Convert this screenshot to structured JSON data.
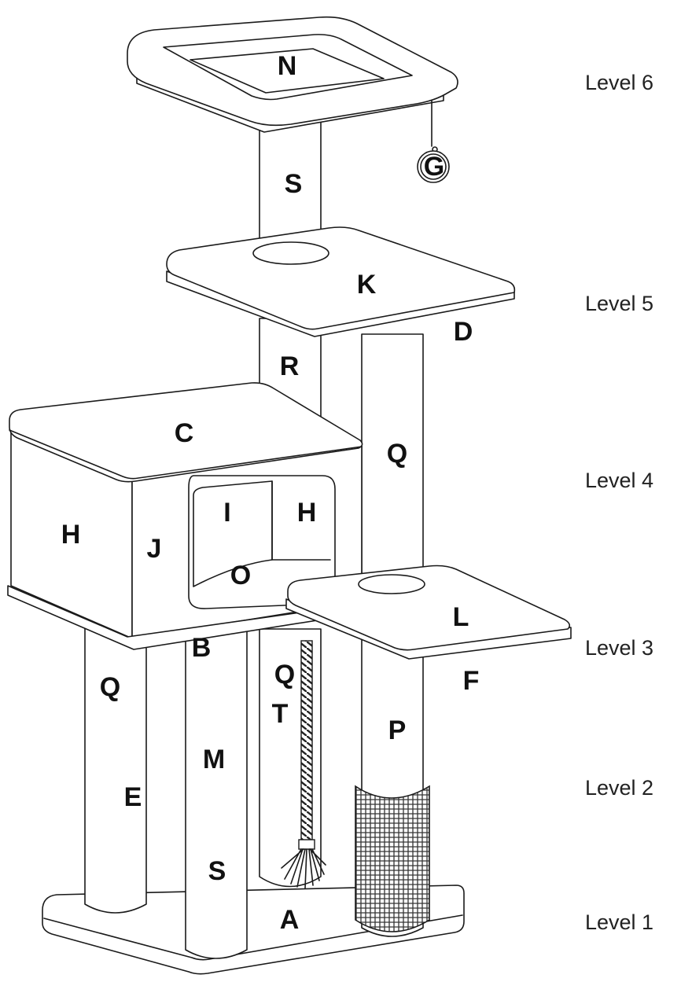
{
  "parts": {
    "A": "A",
    "B": "B",
    "C": "C",
    "D": "D",
    "E": "E",
    "F": "F",
    "G": "G",
    "H1": "H",
    "H2": "H",
    "I": "I",
    "J": "J",
    "K": "K",
    "L": "L",
    "M": "M",
    "N": "N",
    "O": "O",
    "P": "P",
    "Q1": "Q",
    "Q2": "Q",
    "Q3": "Q",
    "R": "R",
    "S1": "S",
    "S2": "S",
    "T": "T"
  },
  "levels": [
    "Level 6",
    "Level 5",
    "Level 4",
    "Level 3",
    "Level 2",
    "Level 1"
  ]
}
